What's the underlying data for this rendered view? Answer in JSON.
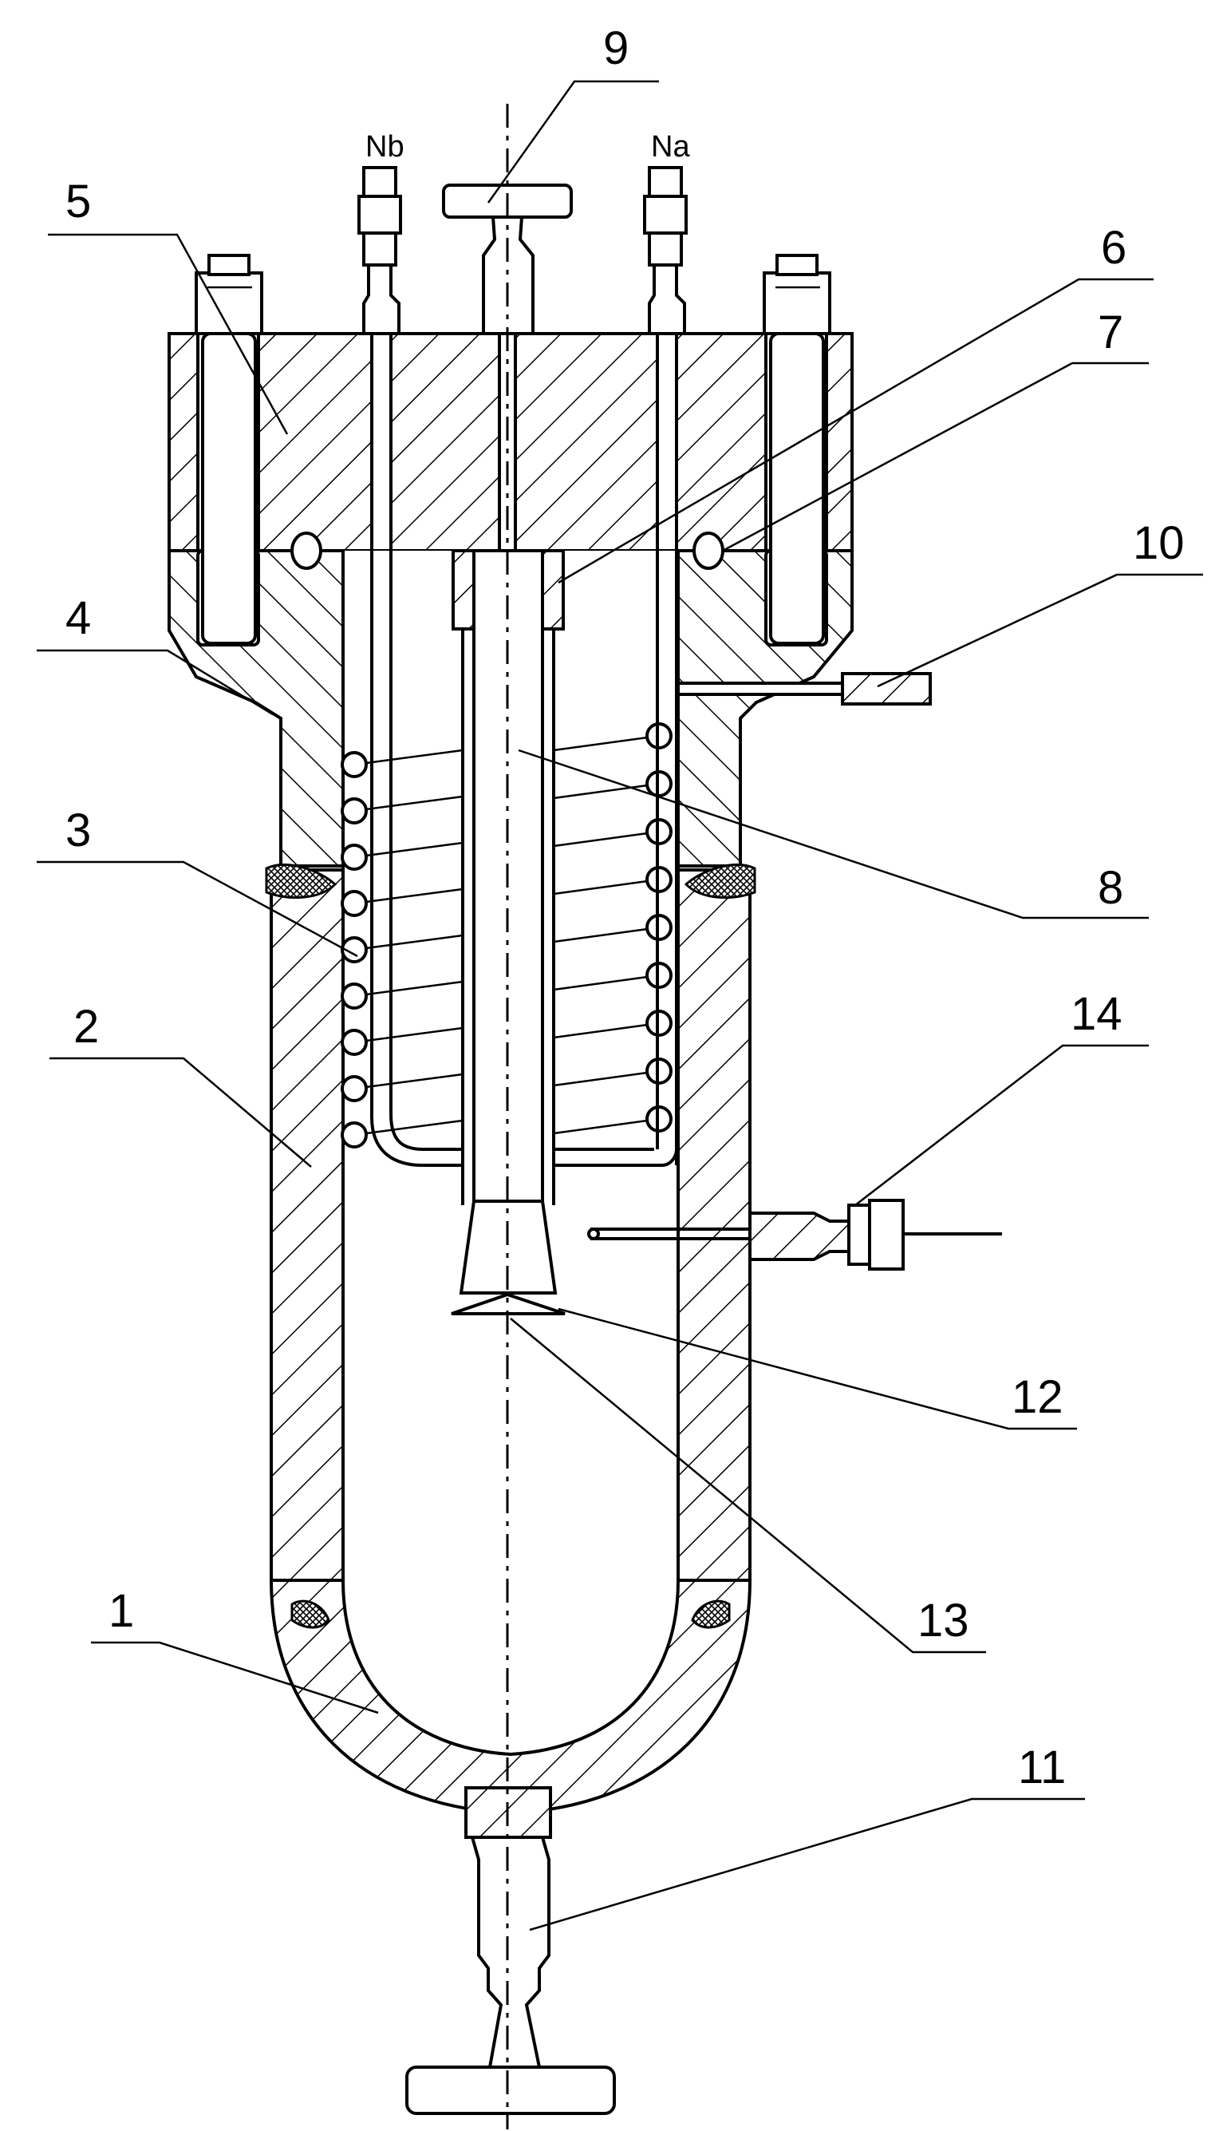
{
  "diagram": {
    "part_labels": [
      "1",
      "2",
      "3",
      "4",
      "5",
      "6",
      "7",
      "8",
      "9",
      "10",
      "11",
      "12",
      "13",
      "14"
    ],
    "nozzle_labels": {
      "left": "Nb",
      "right": "Na"
    }
  }
}
